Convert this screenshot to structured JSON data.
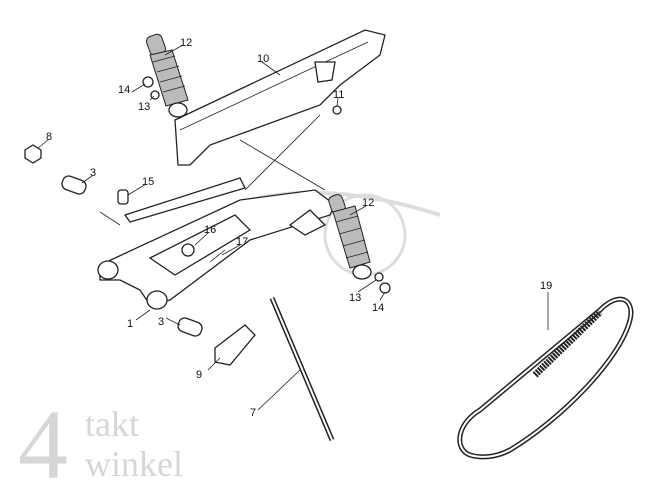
{
  "diagram": {
    "watermark": {
      "digit": "4",
      "line1": "takt",
      "line2": "winkel"
    },
    "callouts": [
      {
        "number": "12",
        "part": "rear-shock-absorber-left"
      },
      {
        "number": "10",
        "part": "chain-guard"
      },
      {
        "number": "14",
        "part": "nut"
      },
      {
        "number": "13",
        "part": "washer"
      },
      {
        "number": "11",
        "part": "bolt"
      },
      {
        "number": "8",
        "part": "nut"
      },
      {
        "number": "3",
        "part": "bushing"
      },
      {
        "number": "15",
        "part": "bolt"
      },
      {
        "number": "12",
        "part": "rear-shock-absorber-right"
      },
      {
        "number": "16",
        "part": "nut"
      },
      {
        "number": "17",
        "part": "pin"
      },
      {
        "number": "13",
        "part": "washer"
      },
      {
        "number": "14",
        "part": "nut"
      },
      {
        "number": "1",
        "part": "swing-arm"
      },
      {
        "number": "3",
        "part": "bushing"
      },
      {
        "number": "9",
        "part": "chain-adjuster"
      },
      {
        "number": "7",
        "part": "pivot-shaft"
      },
      {
        "number": "19",
        "part": "drive-chain"
      }
    ]
  }
}
